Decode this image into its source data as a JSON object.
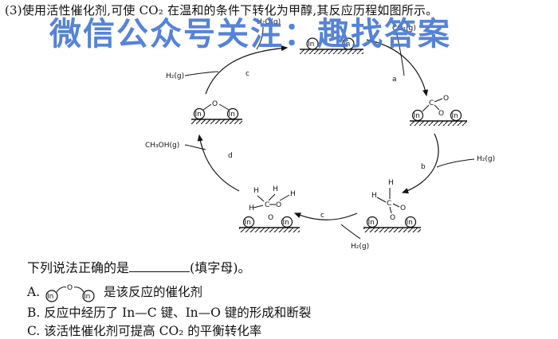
{
  "question": {
    "intro": "(3)使用活性催化剂,可使 CO₂ 在温和的条件下转化为甲醇,其反应历程如图所示。",
    "ask_before": "下列说法正确的是",
    "ask_after": "(填字母)。",
    "options": {
      "a_prefix": "A.",
      "a_suffix": "是该反应的催化剂",
      "b": "B. 反应中经历了 In—C 键、In—O 键的形成和断裂",
      "c": "C. 该活性催化剂可提高 CO₂ 的平衡转化率"
    }
  },
  "watermark": "微信公众号关注：趣找答案",
  "diagram": {
    "species": {
      "h2o": "H₂O(g)",
      "co2": "CO₂(g)",
      "h2_top_left": "H₂(g)",
      "h2_right": "H₂(g)",
      "h2_bottom": "H₂(g)",
      "ch3oh": "CH₃OH(g)"
    },
    "step_labels": {
      "a": "a",
      "b": "b",
      "c_left": "c",
      "c_bottom": "c",
      "d": "d"
    },
    "atoms": {
      "In": "In",
      "O": "O",
      "C": "C",
      "H": "H"
    }
  }
}
